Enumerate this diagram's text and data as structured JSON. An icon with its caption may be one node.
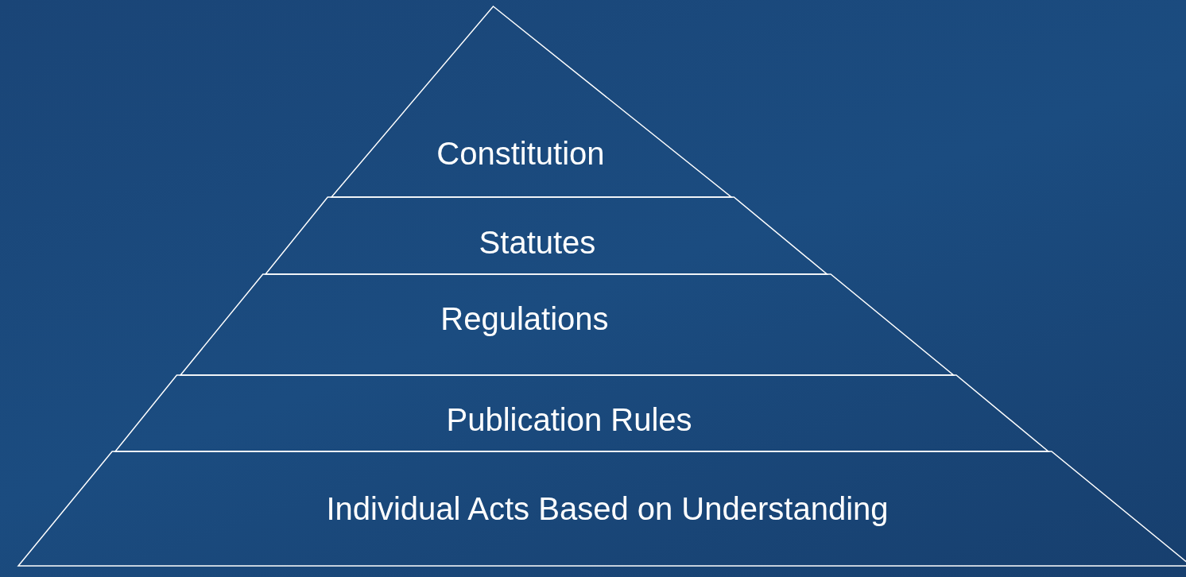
{
  "diagram": {
    "nodes": [
      {
        "text": [
          "Constitution"
        ]
      },
      {
        "text": [
          "Statutes"
        ]
      },
      {
        "text": [
          "Regulations"
        ]
      },
      {
        "text": [
          "Publication Rules"
        ]
      },
      {
        "text": [
          "Individual Acts Based on Understanding"
        ]
      }
    ]
  }
}
